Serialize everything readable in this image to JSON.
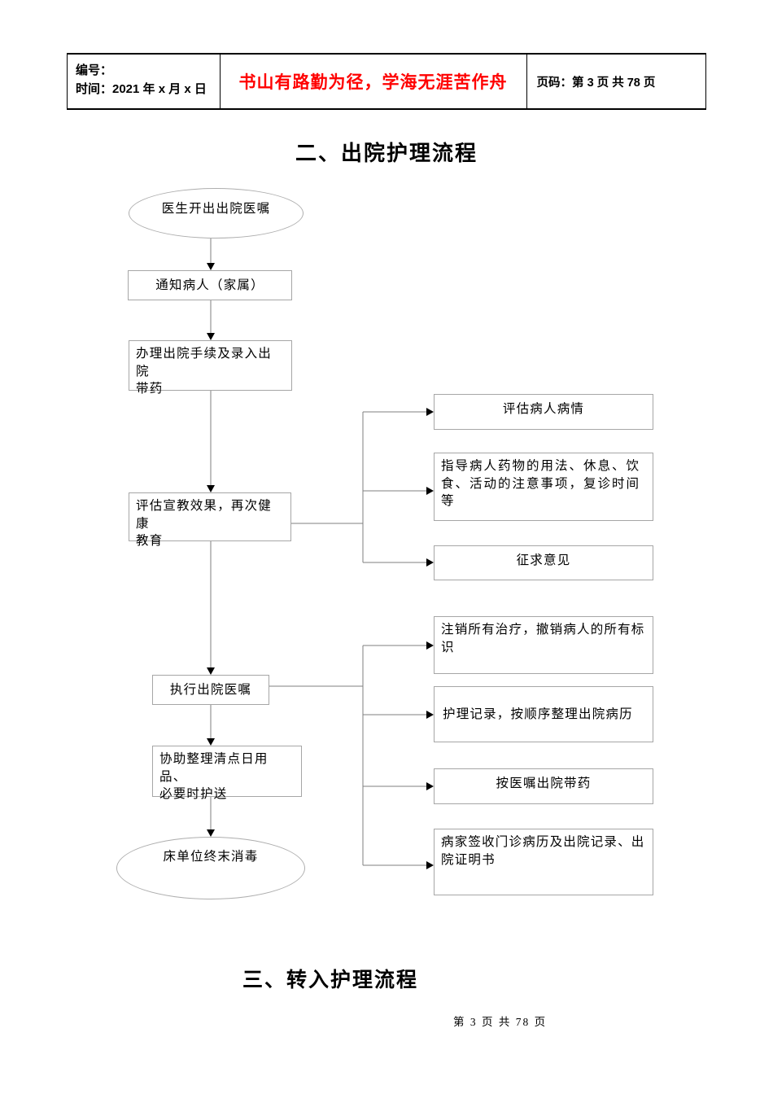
{
  "header": {
    "number_label": "编号：",
    "time_label": "时间：2021 年 x 月 x 日",
    "motto": "书山有路勤为径，学海无涯苦作舟",
    "page_label": "页码：第 3 页  共 78 页"
  },
  "titles": {
    "section2": "二、出院护理流程",
    "section3": "三、转入护理流程"
  },
  "footer": {
    "page_info": "第 3 页 共 78 页"
  },
  "colors": {
    "motto_red": "#ff0000",
    "node_border_gray": "#a6a6a6",
    "connector_gray": "#7f7f7f"
  },
  "flow": {
    "start": "医生开出出院医嘱",
    "end": "床单位终末消毒",
    "main": [
      "通知病人（家属）",
      "办理出院手续及录入出院\n带药",
      "评估宣教效果，再次健康\n教育",
      "执行出院医嘱",
      "协助整理清点日用品、\n必要时护送"
    ],
    "branches1": [
      "评估病人病情",
      "指导病人药物的用法、休息、饮\n食、活动的注意事项，复诊时间等",
      "征求意见"
    ],
    "branches2": [
      "注销所有治疗，撤销病人的所有标\n识",
      "护理记录，按顺序整理出院病历",
      "按医嘱出院带药",
      "病家签收门诊病历及出院记录、出\n院证明书"
    ]
  }
}
